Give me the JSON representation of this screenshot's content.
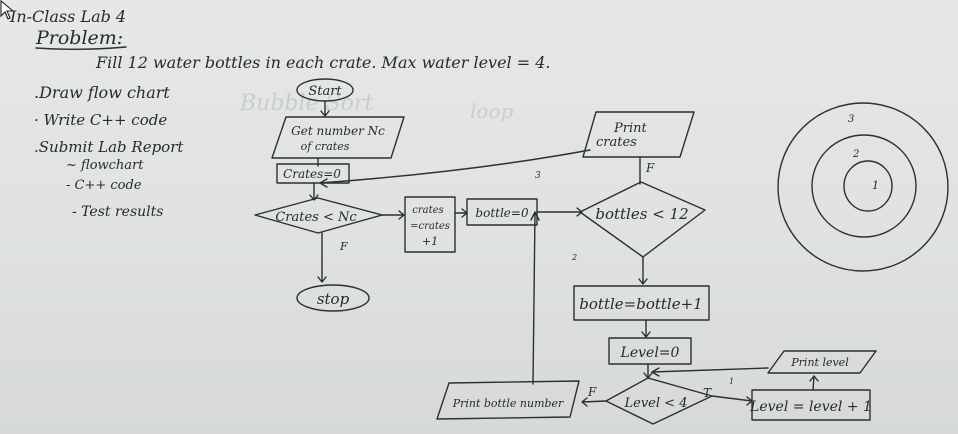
{
  "header": {
    "lab_title": "In-Class Lab 4",
    "problem_label": "Problem:",
    "problem_statement": "Fill   12 water bottles in each crate.  Max water level = 4."
  },
  "tasks": {
    "draw": ".Draw flow chart",
    "write": "· Write C++ code",
    "submit": ".Submit Lab Report",
    "sub_flowchart": "~ flowchart",
    "sub_code": "- C++ code",
    "sub_tests": "- Test results"
  },
  "flowchart": {
    "start": "Start",
    "input_line1": "Get number Nc",
    "input_line2": "of crates",
    "init_crates": "Crates=0",
    "cond_crates": "Crates < Nc",
    "false_crates": "F",
    "stop": "stop",
    "inc_line1": "crates",
    "inc_line2": "=crates",
    "inc_line3": "+1",
    "init_bottle": "bottle=0",
    "print_crates_line1": "Print",
    "print_crates_line2": "crates",
    "false_bottles": "F",
    "cond_bottles": "bottles < 12",
    "inc_bottle": "bottle=bottle+1",
    "init_level": "Level=0",
    "cond_level": "Level < 4",
    "false_level": "F",
    "true_level": "T",
    "print_bottle": "Print bottle number",
    "inc_level": "Level = level + 1",
    "print_level": "Print level",
    "note_3": "3",
    "note_2": "2",
    "note_1": "1"
  },
  "rings": {
    "outer": "3",
    "middle": "2",
    "inner": "1"
  },
  "ghost_text": {
    "g1": "Bubble Sort",
    "g2": "loop"
  }
}
